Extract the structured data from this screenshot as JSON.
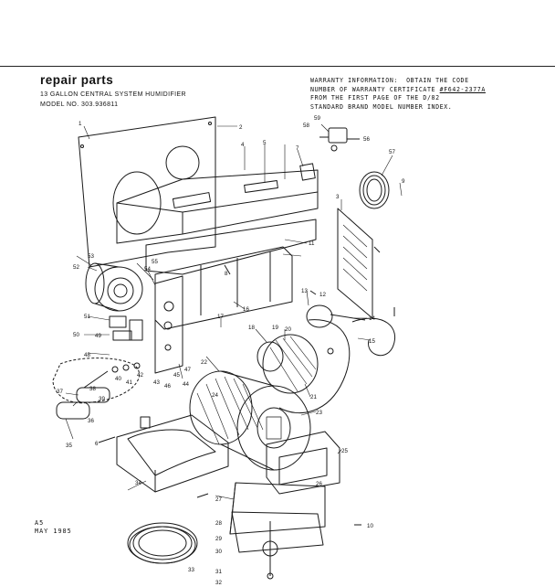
{
  "header": {
    "title": "repair  parts",
    "subtitle": "13 GALLON CENTRAL SYSTEM HUMIDIFIER",
    "model": "MODEL NO. 303.936811"
  },
  "warranty": {
    "line1": "WARRANTY INFORMATION:  OBTAIN THE CODE",
    "line2_prefix": "NUMBER OF WARRANTY CERTIFICATE ",
    "certificate": "#F642-2377A",
    "line3": "FROM THE FIRST PAGE OF THE D/82",
    "line4": "STANDARD BRAND MODEL NUMBER INDEX."
  },
  "stamp": {
    "code": "A5",
    "date": "MAY 1985"
  },
  "callouts": [
    "1",
    "2",
    "3",
    "4",
    "5",
    "6",
    "7",
    "8",
    "9",
    "10",
    "11",
    "12",
    "13",
    "14",
    "15",
    "16",
    "17",
    "18",
    "19",
    "20",
    "21",
    "22",
    "23",
    "24",
    "25",
    "26",
    "27",
    "28",
    "29",
    "30",
    "31",
    "32",
    "33",
    "34",
    "35",
    "36",
    "37",
    "38",
    "39",
    "40",
    "41",
    "42",
    "43",
    "44",
    "45",
    "46",
    "47",
    "48",
    "49",
    "50",
    "51",
    "52",
    "53",
    "54",
    "55",
    "56",
    "57",
    "58",
    "59"
  ]
}
